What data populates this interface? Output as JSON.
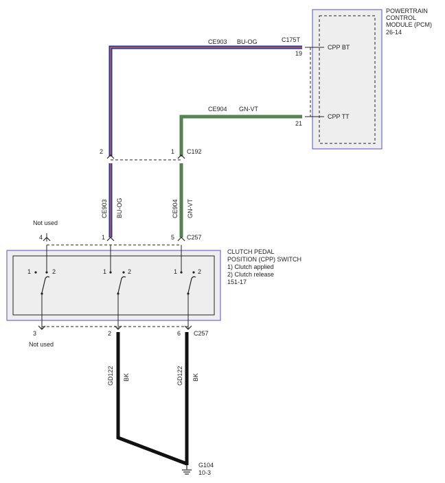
{
  "pcm": {
    "title_lines": [
      "POWERTRAIN",
      "CONTROL",
      "MODULE (PCM)",
      "26-14"
    ],
    "connector": "C175T",
    "pin_bt": "19",
    "pin_tt": "21",
    "label_bt": "CPP BT",
    "label_tt": "CPP TT"
  },
  "wires": {
    "ce903_top": {
      "circuit": "CE903",
      "color": "BU-OG"
    },
    "ce904_top": {
      "circuit": "CE904",
      "color": "GN-VT"
    },
    "ce903_mid": {
      "circuit": "CE903",
      "color": "BU-OG"
    },
    "ce904_mid": {
      "circuit": "CE904",
      "color": "GN-VT"
    },
    "gd122_left": {
      "circuit": "GD122",
      "color": "BK"
    },
    "gd122_right": {
      "circuit": "GD122",
      "color": "BK"
    }
  },
  "c192": {
    "name": "C192",
    "pin_left": "2",
    "pin_right": "1"
  },
  "c257_top": {
    "name": "C257",
    "pin_a": "4",
    "pin_b": "1",
    "pin_c": "5",
    "not_used": "Not used"
  },
  "c257_bottom": {
    "name": "C257",
    "pin_a": "3",
    "pin_b": "2",
    "pin_c": "6",
    "not_used": "Not used"
  },
  "cpp_switch": {
    "title_lines": [
      "CLUTCH PEDAL",
      "POSITION (CPP) SWITCH",
      "1) Clutch applied",
      "2) Clutch release",
      "151-17"
    ],
    "sw1_pos1": "1",
    "sw1_pos2": "2",
    "sw2_pos1": "1",
    "sw2_pos2": "2",
    "sw3_pos1": "1",
    "sw3_pos2": "2"
  },
  "ground": {
    "name": "G104",
    "ref": "10-3"
  },
  "colors": {
    "blue": "#2b2fa8",
    "orange": "#e07b22",
    "green": "#3f8f2f",
    "violet": "#8a5fb0",
    "black": "#111111",
    "module_border": "#6b6bd0",
    "module_fill": "#eeeeee"
  }
}
